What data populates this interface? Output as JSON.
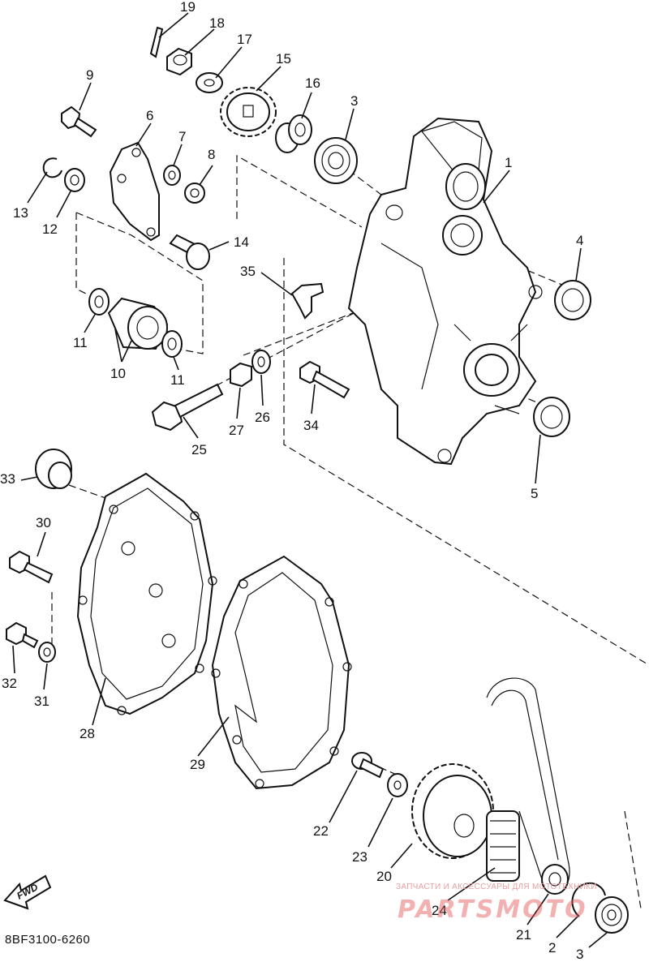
{
  "diagram": {
    "part_code": "8BF3100-6260",
    "fwd_label": "FWD",
    "watermark_text": "ЗАПЧАСТИ И АКСЕССУАРЫ ДЛЯ МОТОТЕХНИКИ",
    "logo_text": "PARTSMOTO",
    "callouts": {
      "c1": "1",
      "c2": "2",
      "c3a": "3",
      "c3b": "3",
      "c4": "4",
      "c5": "5",
      "c6": "6",
      "c7": "7",
      "c8": "8",
      "c9": "9",
      "c10": "10",
      "c11a": "11",
      "c11b": "11",
      "c12": "12",
      "c13": "13",
      "c14": "14",
      "c15": "15",
      "c16": "16",
      "c17": "17",
      "c18": "18",
      "c19": "19",
      "c20": "20",
      "c21": "21",
      "c22": "22",
      "c23": "23",
      "c24": "24",
      "c25": "25",
      "c26": "26",
      "c27": "27",
      "c28": "28",
      "c29": "29",
      "c30": "30",
      "c31": "31",
      "c32": "32",
      "c33": "33",
      "c34": "34",
      "c35": "35"
    }
  }
}
